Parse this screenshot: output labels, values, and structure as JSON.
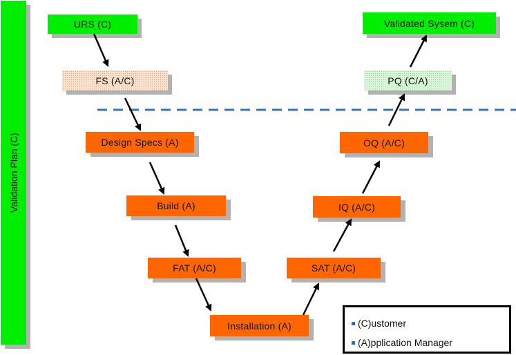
{
  "sidebar": {
    "label": "Validation Plan (C)",
    "color": "#00ee00"
  },
  "boundary_line": {
    "style": "dashed",
    "color": "#3a6fc4"
  },
  "stages": {
    "urs": {
      "label": "URS (C)",
      "fill": "green"
    },
    "fs": {
      "label": "FS (A/C)",
      "fill": "dotted-peach"
    },
    "design_specs": {
      "label": "Design Specs (A)",
      "fill": "orange"
    },
    "build": {
      "label": "Build (A)",
      "fill": "orange"
    },
    "fat": {
      "label": "FAT (A/C)",
      "fill": "orange"
    },
    "installation": {
      "label": "Installation (A)",
      "fill": "orange"
    },
    "sat": {
      "label": "SAT (A/C)",
      "fill": "orange"
    },
    "iq": {
      "label": "IQ (A/C)",
      "fill": "orange"
    },
    "oq": {
      "label": "OQ (A/C)",
      "fill": "orange"
    },
    "pq": {
      "label": "PQ (C/A)",
      "fill": "dotted-green"
    },
    "validated_system": {
      "label": "Validated Sysem (C)",
      "fill": "green"
    }
  },
  "flow": [
    "urs",
    "fs",
    "design_specs",
    "build",
    "fat",
    "installation",
    "sat",
    "iq",
    "oq",
    "pq",
    "validated_system"
  ],
  "legend": {
    "items": [
      {
        "label": "(C)ustomer"
      },
      {
        "label": "(A)pplication Manager"
      }
    ],
    "bullet_color": "#3366cc"
  },
  "colors": {
    "green": "#00ee00",
    "orange": "#ff6600",
    "shadow": "#b2b2b2"
  }
}
